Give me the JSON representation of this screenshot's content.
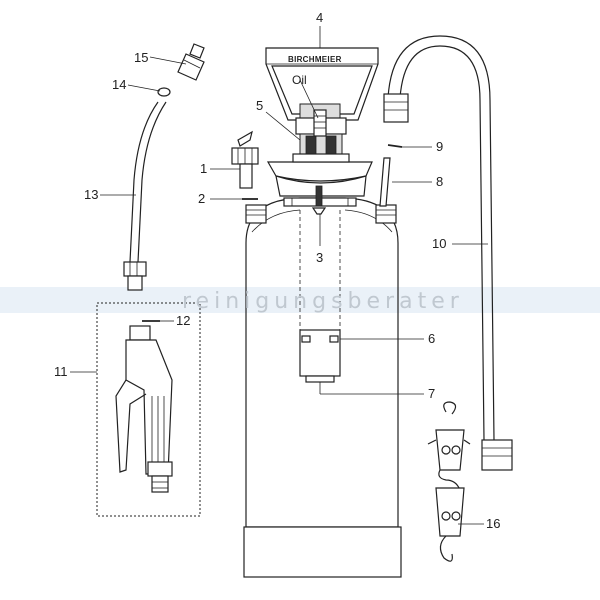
{
  "diagram": {
    "brand_label": "BIRCHMEIER",
    "oil_label": "Oil",
    "watermark": "reinigungsberater",
    "callouts": {
      "c1": "1",
      "c2": "2",
      "c3": "3",
      "c4": "4",
      "c5": "5",
      "c6": "6",
      "c7": "7",
      "c8": "8",
      "c9": "9",
      "c10": "10",
      "c11": "11",
      "c12": "12",
      "c13": "13",
      "c14": "14",
      "c15": "15",
      "c16": "16"
    }
  }
}
